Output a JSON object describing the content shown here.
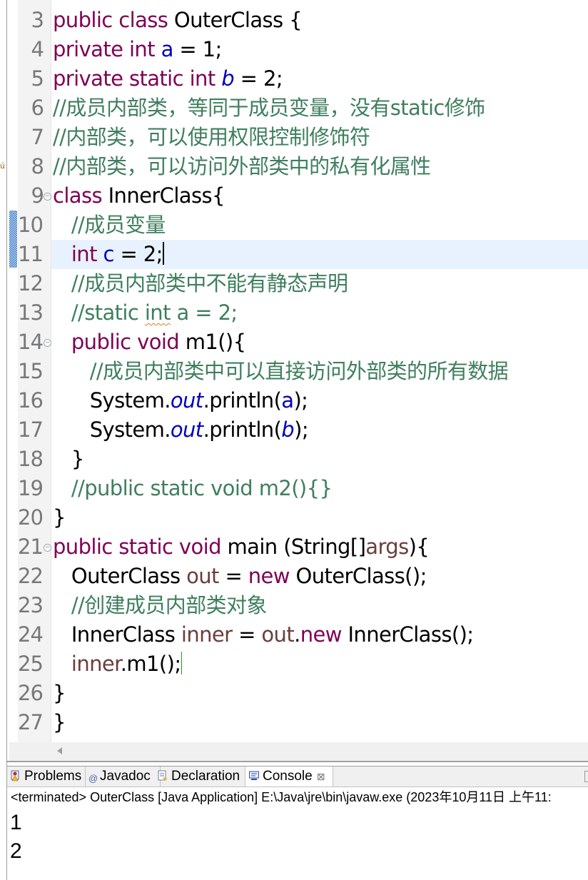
{
  "editor": {
    "lines": [
      {
        "num": "3",
        "tokens": [
          {
            "t": "public class ",
            "c": "kw"
          },
          {
            "t": "OuterClass {",
            "c": ""
          }
        ]
      },
      {
        "num": "4",
        "tokens": [
          {
            "t": "private int ",
            "c": "kw"
          },
          {
            "t": "a",
            "c": "fld"
          },
          {
            "t": " = 1;",
            "c": ""
          }
        ]
      },
      {
        "num": "5",
        "tokens": [
          {
            "t": "private static int ",
            "c": "kw"
          },
          {
            "t": "b",
            "c": "sfld"
          },
          {
            "t": " = 2;",
            "c": ""
          }
        ]
      },
      {
        "num": "6",
        "tokens": [
          {
            "t": "//成员内部类，等同于成员变量，没有static修饰",
            "c": "cm"
          }
        ]
      },
      {
        "num": "7",
        "tokens": [
          {
            "t": "//内部类，可以使用权限控制修饰符",
            "c": "cm"
          }
        ]
      },
      {
        "num": "8",
        "tokens": [
          {
            "t": "//内部类，可以访问外部类中的私有化属性",
            "c": "cm"
          }
        ]
      },
      {
        "num": "9",
        "fold": true,
        "tokens": [
          {
            "t": "class ",
            "c": "kw"
          },
          {
            "t": "InnerClass{",
            "c": ""
          }
        ]
      },
      {
        "num": "10",
        "tokens": [
          {
            "t": "   //成员变量",
            "c": "cm"
          }
        ]
      },
      {
        "num": "11",
        "current": true,
        "tokens": [
          {
            "t": "   int ",
            "c": "kw"
          },
          {
            "t": "c",
            "c": "fld"
          },
          {
            "t": " = 2;",
            "c": ""
          }
        ]
      },
      {
        "num": "12",
        "tokens": [
          {
            "t": "   //成员内部类中不能有静态声明",
            "c": "cm"
          }
        ]
      },
      {
        "num": "13",
        "tokens": [
          {
            "t": "   //static ",
            "c": "cm"
          },
          {
            "t": "int",
            "c": "cm squiggle"
          },
          {
            "t": " a = 2;",
            "c": "cm"
          }
        ]
      },
      {
        "num": "14",
        "fold": true,
        "tokens": [
          {
            "t": "   public void ",
            "c": "kw"
          },
          {
            "t": "m1(){",
            "c": ""
          }
        ]
      },
      {
        "num": "15",
        "tokens": [
          {
            "t": "      //成员内部类中可以直接访问外部类的所有数据",
            "c": "cm"
          }
        ]
      },
      {
        "num": "16",
        "tokens": [
          {
            "t": "      System.",
            "c": ""
          },
          {
            "t": "out",
            "c": "sfld"
          },
          {
            "t": ".println(",
            "c": ""
          },
          {
            "t": "a",
            "c": "fld"
          },
          {
            "t": ");",
            "c": ""
          }
        ]
      },
      {
        "num": "17",
        "tokens": [
          {
            "t": "      System.",
            "c": ""
          },
          {
            "t": "out",
            "c": "sfld"
          },
          {
            "t": ".println(",
            "c": ""
          },
          {
            "t": "b",
            "c": "sfld"
          },
          {
            "t": ");",
            "c": ""
          }
        ]
      },
      {
        "num": "18",
        "tokens": [
          {
            "t": "   }",
            "c": ""
          }
        ]
      },
      {
        "num": "19",
        "tokens": [
          {
            "t": "   //public static void m2(){}",
            "c": "cm"
          }
        ]
      },
      {
        "num": "20",
        "tokens": [
          {
            "t": "}",
            "c": ""
          }
        ]
      },
      {
        "num": "21",
        "fold": true,
        "tokens": [
          {
            "t": "public static void ",
            "c": "kw"
          },
          {
            "t": "main (String[]",
            "c": ""
          },
          {
            "t": "args",
            "c": "var"
          },
          {
            "t": "){",
            "c": ""
          }
        ]
      },
      {
        "num": "22",
        "tokens": [
          {
            "t": "   OuterClass ",
            "c": ""
          },
          {
            "t": "out",
            "c": "var"
          },
          {
            "t": " = ",
            "c": ""
          },
          {
            "t": "new ",
            "c": "kw"
          },
          {
            "t": "OuterClass();",
            "c": ""
          }
        ]
      },
      {
        "num": "23",
        "tokens": [
          {
            "t": "   //创建成员内部类对象",
            "c": "cm"
          }
        ]
      },
      {
        "num": "24",
        "tokens": [
          {
            "t": "   InnerClass ",
            "c": ""
          },
          {
            "t": "inner",
            "c": "var"
          },
          {
            "t": " = ",
            "c": ""
          },
          {
            "t": "out",
            "c": "var"
          },
          {
            "t": ".",
            "c": ""
          },
          {
            "t": "new ",
            "c": "kw"
          },
          {
            "t": "InnerClass();",
            "c": ""
          }
        ]
      },
      {
        "num": "25",
        "tokens": [
          {
            "t": "   ",
            "c": ""
          },
          {
            "t": "inner",
            "c": "var"
          },
          {
            "t": ".m1();",
            "c": ""
          }
        ]
      },
      {
        "num": "26",
        "tokens": [
          {
            "t": "}",
            "c": ""
          }
        ]
      },
      {
        "num": "27",
        "tokens": [
          {
            "t": "}",
            "c": ""
          }
        ]
      }
    ]
  },
  "bottom_panel": {
    "tabs": [
      {
        "label": "Problems",
        "icon": "problems-icon"
      },
      {
        "label": "Javadoc",
        "icon": "javadoc-at-icon"
      },
      {
        "label": "Declaration",
        "icon": "declaration-icon"
      },
      {
        "label": "Console",
        "icon": "console-icon",
        "active": true,
        "close": "⊠"
      }
    ],
    "console_header": "<terminated> OuterClass [Java Application] E:\\Java\\jre\\bin\\javaw.exe (2023年10月11日 上午11:",
    "console_output": [
      "1",
      "2"
    ]
  },
  "colors": {
    "keyword": "#7f0055",
    "field": "#0000c0",
    "comment": "#3f7f5f",
    "local_var": "#6a3e3e",
    "current_line": "#e8f2fe"
  }
}
